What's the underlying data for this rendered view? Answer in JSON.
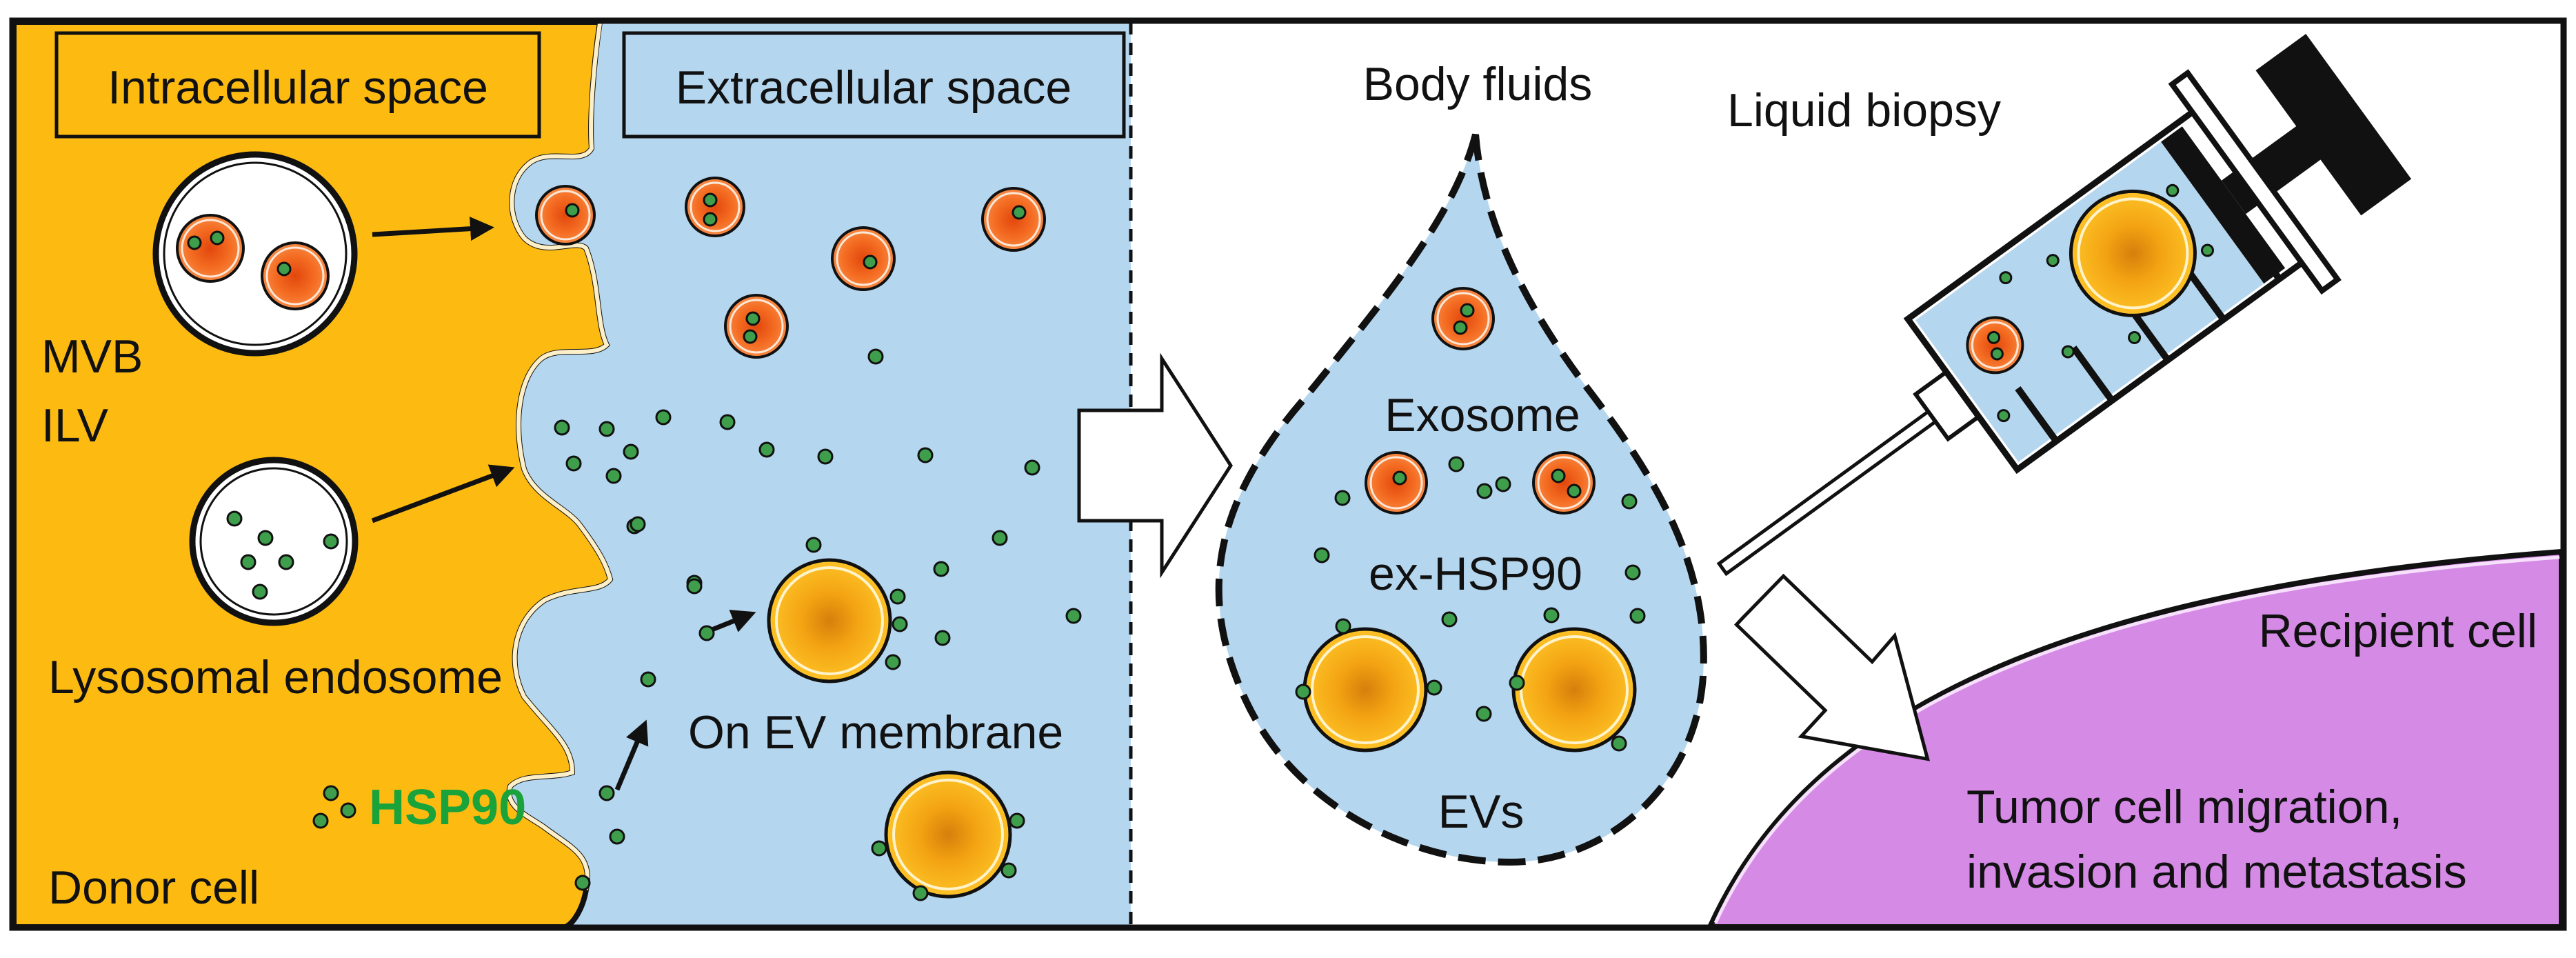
{
  "labels": {
    "intracellular": "Intracellular space",
    "extracellular": "Extracellular space",
    "mvb": "MVB",
    "ilv": "ILV",
    "lysosomal": "Lysosomal endosome",
    "hsp90": "HSP90",
    "donor": "Donor cell",
    "on_ev": "On EV membrane",
    "body_fluids": "Body fluids",
    "liquid_biopsy": "Liquid biopsy",
    "exosome": "Exosome",
    "ex_hsp90": "ex-HSP90",
    "evs": "EVs",
    "recipient": "Recipient cell",
    "tumor_line1": "Tumor cell migration,",
    "tumor_line2": "invasion and metastasis"
  },
  "colors": {
    "donor_cell": "#fdbb12",
    "extracellular": "#b5d6ef",
    "recipient_cell": "#d58ae6",
    "exosome_core": "#f06a1e",
    "ev_core": "#f6a310",
    "hsp90_dot": "#3e9e4b",
    "hsp90_text": "#1aa33a",
    "outline": "#111111"
  },
  "icons": [
    "mvb-vesicle",
    "lysosomal-vesicle",
    "exosome",
    "extracellular-vesicle",
    "hsp90-particle",
    "syringe-icon",
    "arrow-icon",
    "droplet"
  ]
}
